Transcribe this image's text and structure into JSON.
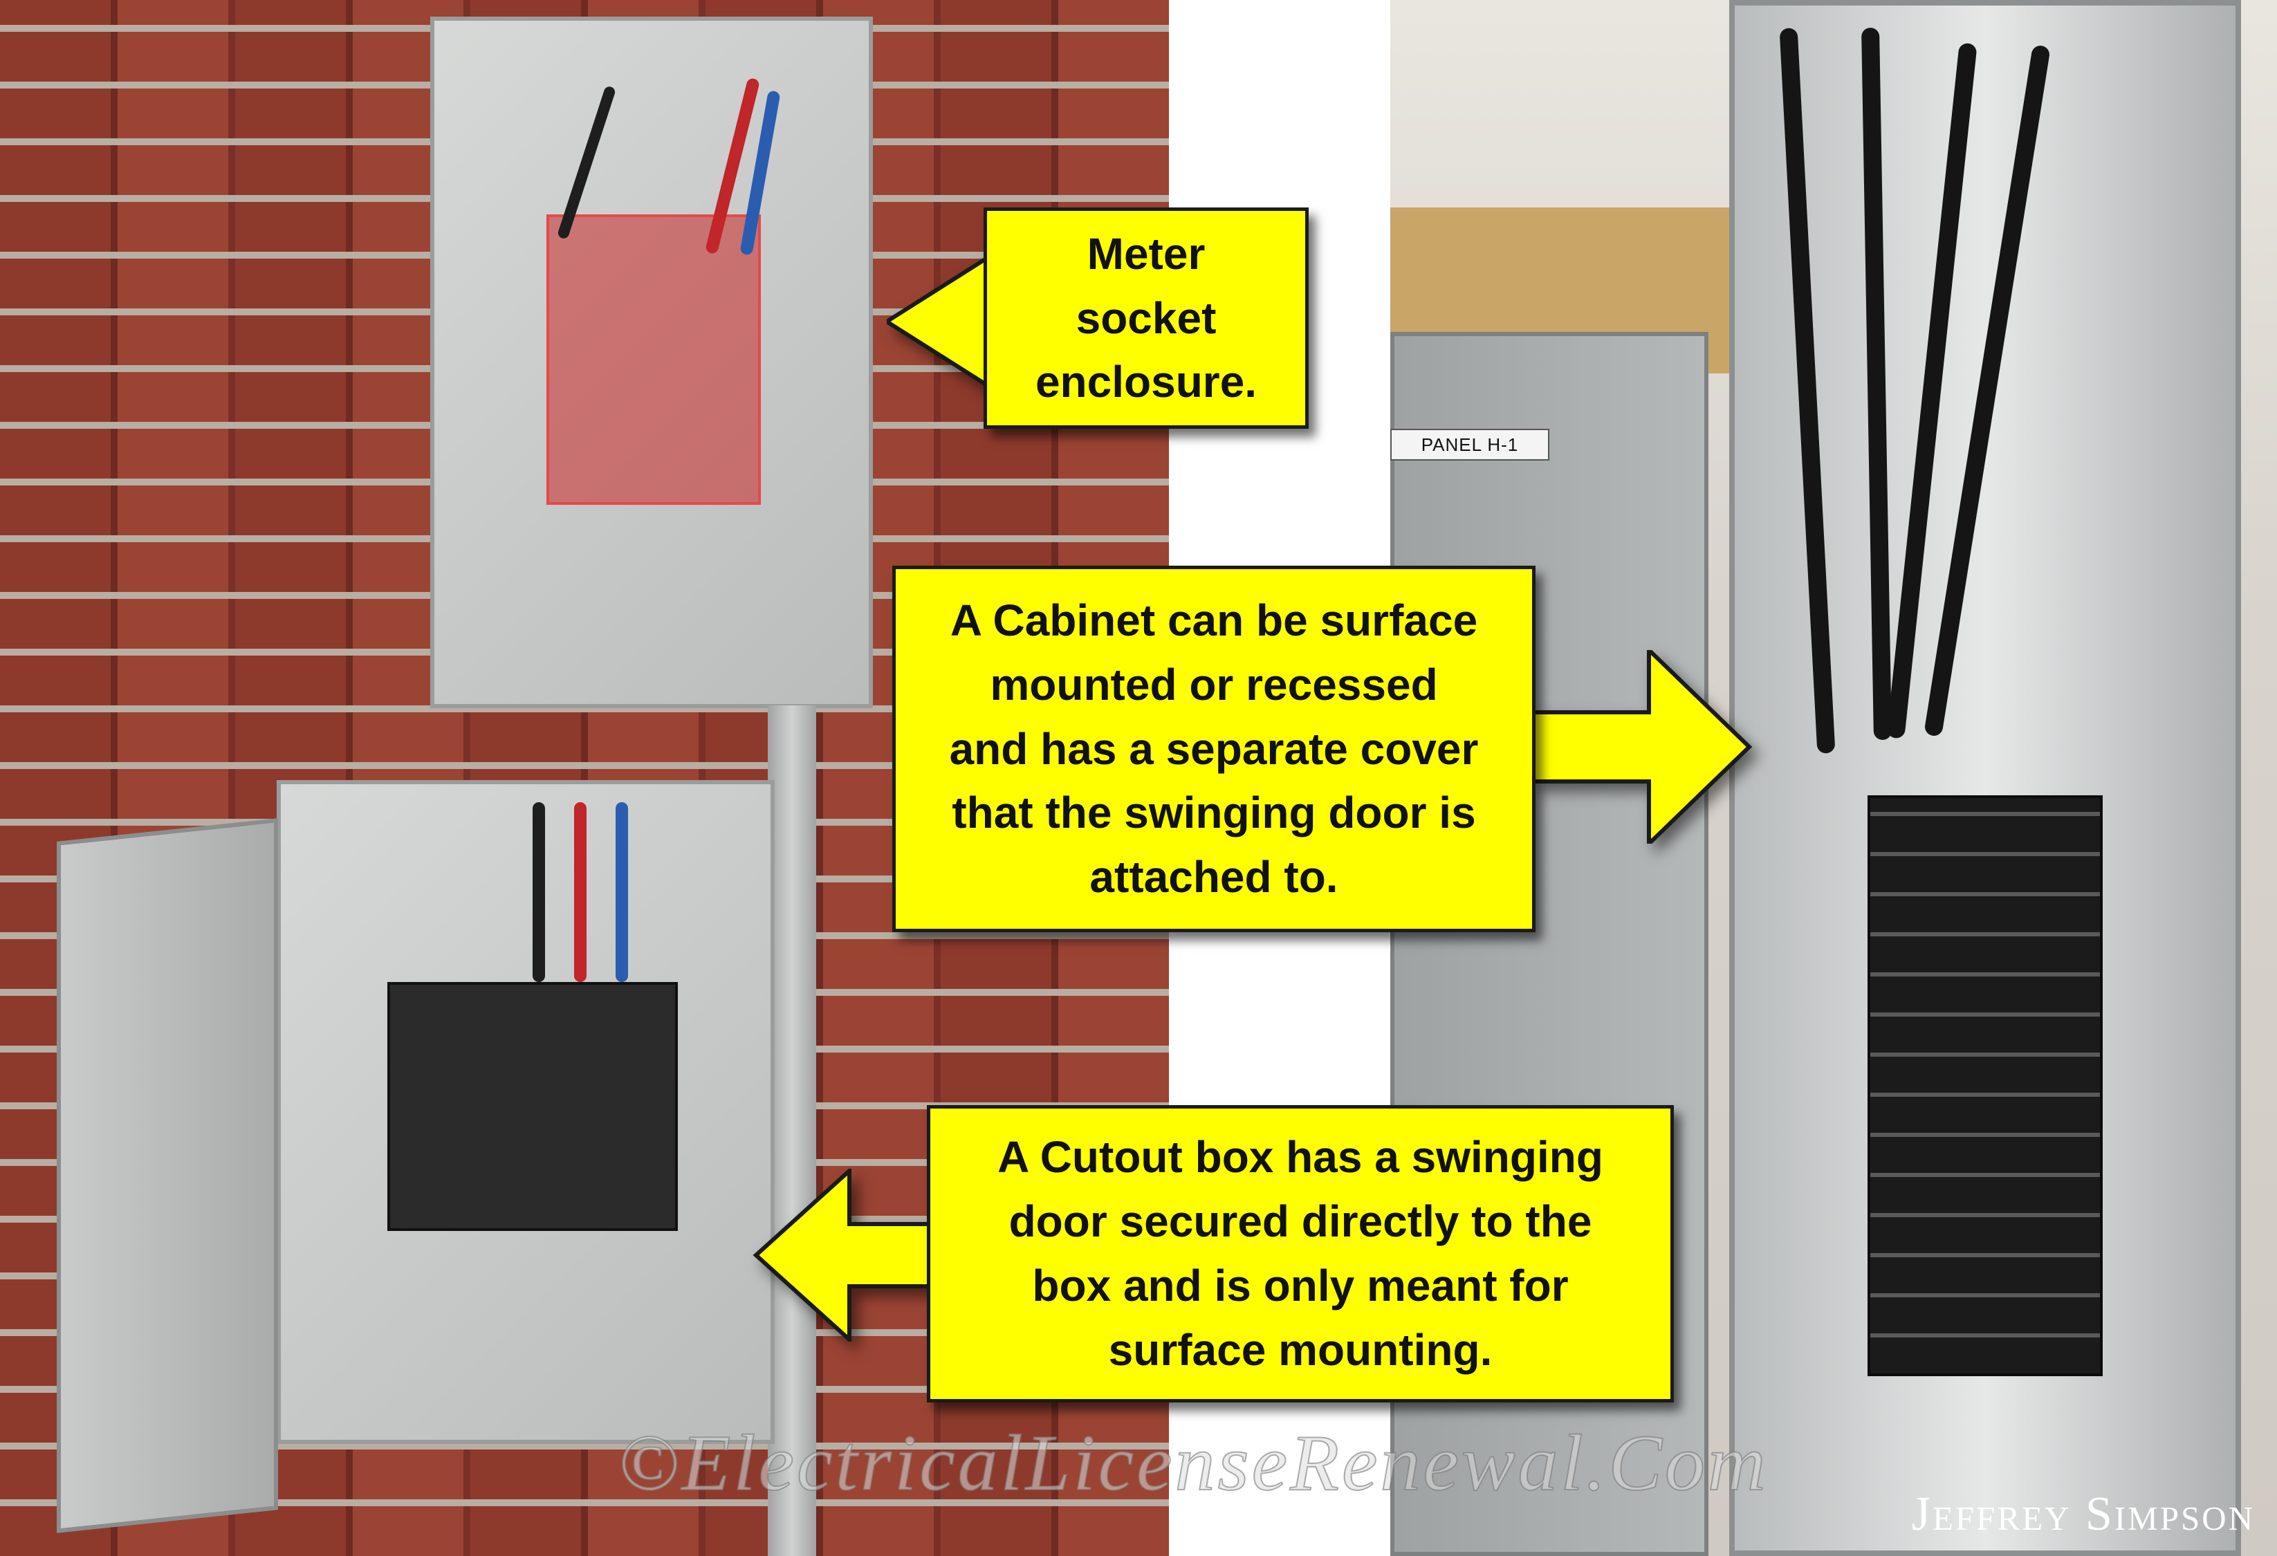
{
  "callouts": {
    "meter": "Meter\nsocket\nenclosure.",
    "cabinet": "A Cabinet can be surface\nmounted or recessed\nand has a separate cover\nthat the swinging door is\nattached to.",
    "cutout": "A Cutout box has a swinging\ndoor secured directly to the\nbox and is only meant for\nsurface mounting."
  },
  "panel_label": "PANEL H-1",
  "watermark": "©ElectricalLicenseRenewal.Com",
  "signature": "Jeffrey Simpson",
  "colors": {
    "callout_fill": "#ffff00",
    "callout_border": "#1a1a1a",
    "brick": "#8d3a2c"
  }
}
